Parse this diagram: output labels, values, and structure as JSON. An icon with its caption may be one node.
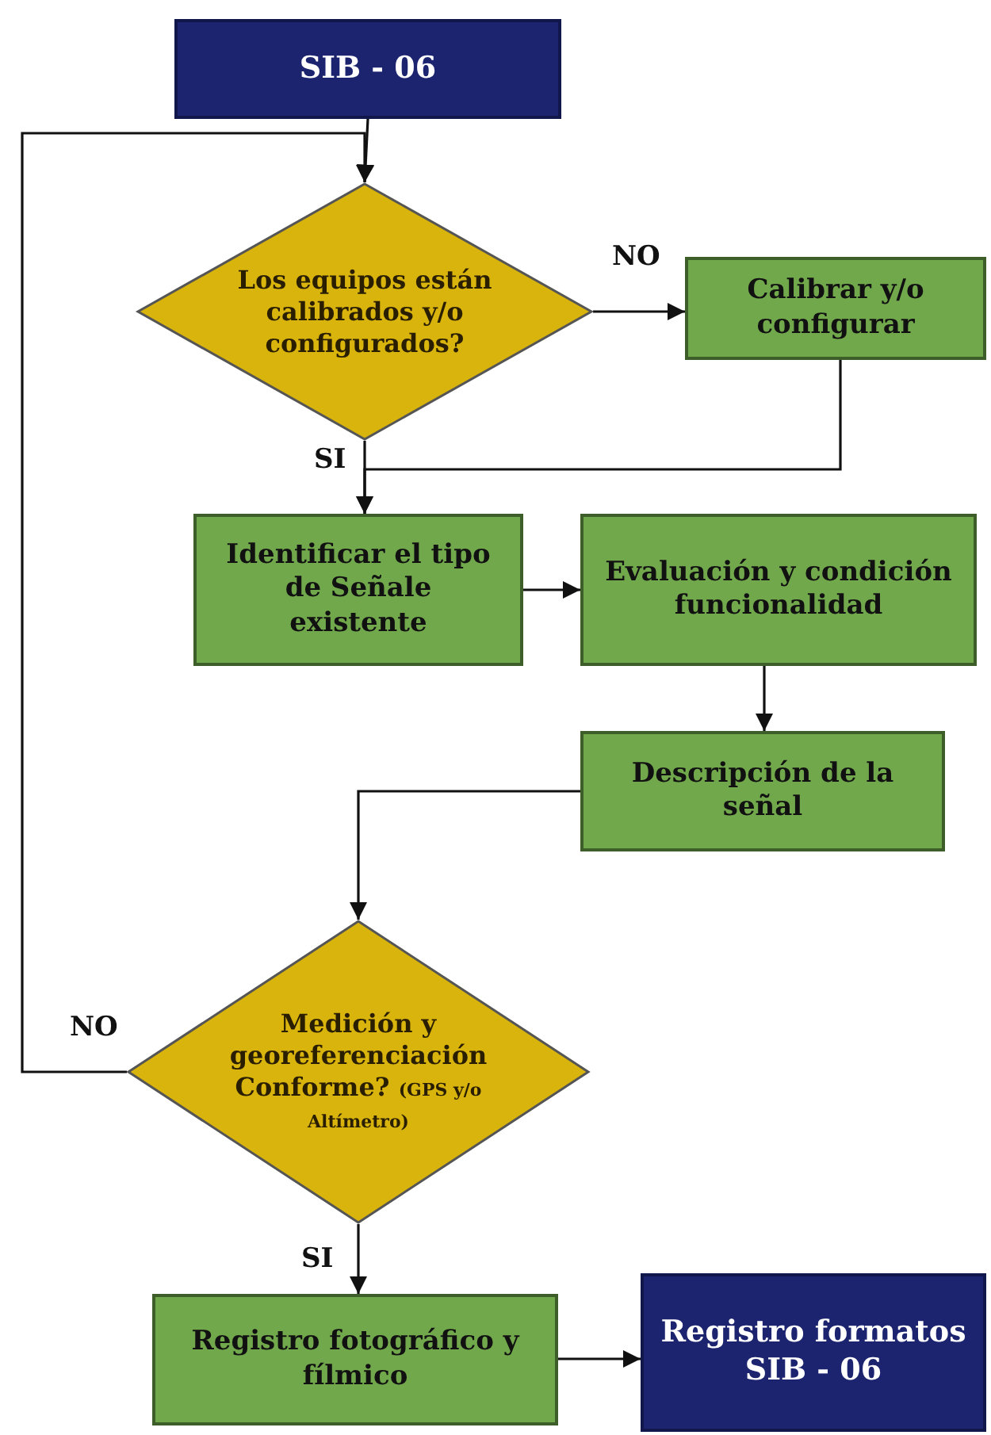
{
  "diagram": {
    "nodes": [
      {
        "text": [
          "SIB - 06"
        ]
      },
      {
        "text": [
          "Los equipos están calibrados y/o configurados?"
        ]
      },
      {
        "text": [
          "Calibrar y/o configurar"
        ]
      },
      {
        "text": [
          "Identificar el tipo de Señale existente"
        ]
      },
      {
        "text": [
          "Evaluación y condición funcionalidad"
        ]
      },
      {
        "text": [
          "Descripción de la señal"
        ]
      },
      {
        "text": [
          "Medición y georeferenciación Conforme?",
          "(GPS y/o Altímetro)"
        ]
      },
      {
        "text": [
          "Registro fotográfico y fílmico"
        ]
      },
      {
        "text": [
          "Registro formatos SIB - 06"
        ]
      }
    ],
    "edges": [
      {
        "from": 0,
        "to": 1,
        "arrow": "to"
      },
      {
        "from": 1,
        "to": 2,
        "arrow": "to",
        "label": "NO"
      },
      {
        "from": 2,
        "to": 3,
        "arrow": "to"
      },
      {
        "from": 1,
        "to": 3,
        "arrow": "to",
        "label": "SI"
      },
      {
        "from": 3,
        "to": 4,
        "arrow": "to"
      },
      {
        "from": 4,
        "to": 5,
        "arrow": "to"
      },
      {
        "from": 5,
        "to": 6,
        "arrow": "to"
      },
      {
        "from": 6,
        "to": 1,
        "arrow": "to",
        "label": "NO"
      },
      {
        "from": 6,
        "to": 7,
        "arrow": "to",
        "label": "SI"
      },
      {
        "from": 7,
        "to": 8,
        "arrow": "to"
      }
    ]
  }
}
